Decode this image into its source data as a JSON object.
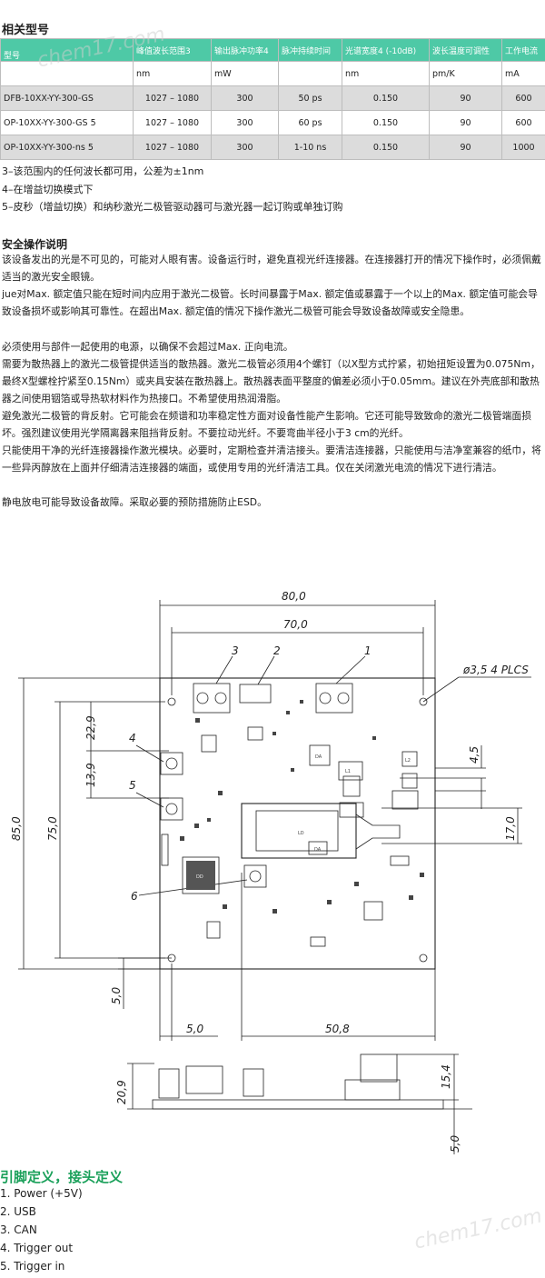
{
  "section_models_title": "相关型号",
  "table": {
    "headers": [
      "型号",
      "峰值波长范围3",
      "输出脉冲功率4",
      "脉冲持续时间",
      "光谱宽度4 (-10dB)",
      "波长温度可调性",
      "工作电流"
    ],
    "units": [
      "",
      "nm",
      "mW",
      "",
      "nm",
      "pm/K",
      "mA"
    ],
    "rows": [
      [
        "DFB-10XX-YY-300-GS",
        "1027 – 1080",
        "300",
        "50 ps",
        "0.150",
        "90",
        "600"
      ],
      [
        "OP-10XX-YY-300-GS 5",
        "1027 – 1080",
        "300",
        "60 ps",
        "0.150",
        "90",
        "600"
      ],
      [
        "OP-10XX-YY-300-ns 5",
        "1027 – 1080",
        "300",
        "1-10 ns",
        "0.150",
        "90",
        "1000"
      ]
    ]
  },
  "notes": [
    "3–该范围内的任何波长都可用，公差为±1nm",
    "4–在增益切换模式下",
    "5–皮秒（增益切换）和纳秒激光二极管驱动器可与激光器一起订购或单独订购"
  ],
  "safety_title": "安全操作说明",
  "safety_paragraphs": [
    "该设备发出的光是不可见的，可能对人眼有害。设备运行时，避免直视光纤连接器。在连接器打开的情况下操作时，必须佩戴适当的激光安全眼镜。",
    "jue对Max. 额定值只能在短时间内应用于激光二极管。长时间暴露于Max. 额定值或暴露于一个以上的Max. 额定值可能会导致设备损坏或影响其可靠性。在超出Max. 额定值的情况下操作激光二极管可能会导致设备故障或安全隐患。",
    "必须使用与部件一起使用的电源，以确保不会超过Max. 正向电流。",
    "需要为散热器上的激光二极管提供适当的散热器。激光二极管必须用4个螺钉（以X型方式拧紧，初始扭矩设置为0.075Nm，最终X型螺栓拧紧至0.15Nm）或夹具安装在散热器上。散热器表面平整度的偏差必须小于0.05mm。建议在外壳底部和散热器之间使用铟箔或导热软材料作为热接口。不希望使用热润滑脂。",
    "避免激光二极管的背反射。它可能会在频谱和功率稳定性方面对设备性能产生影响。它还可能导致致命的激光二极管端面损坏。强烈建议使用光学隔离器来阻挡背反射。不要拉动光纤。不要弯曲半径小于3 cm的光纤。",
    "只能使用干净的光纤连接器操作激光模块。必要时，定期检查并清洁接头。要清洁连接器，只能使用与洁净室兼容的纸巾，将一些异丙醇放在上面并仔细清洁连接器的端面，或使用专用的光纤清洁工具。仅在关闭激光电流的情况下进行清洁。",
    "静电放电可能导致设备故障。采取必要的预防措施防止ESD。"
  ],
  "drawing": {
    "dim_80": "80,0",
    "dim_70": "70,0",
    "dim_hole": "ø3,5 4 PLCS",
    "dim_229": "22,9",
    "dim_139": "13,9",
    "dim_85": "85,0",
    "dim_75": "75,0",
    "dim_45": "4,5",
    "dim_170": "17,0",
    "dim_5a": "5,0",
    "dim_5b": "5,0",
    "dim_508": "50,8",
    "dim_209": "20,9",
    "dim_154": "15,4",
    "dim_5c": "5,0",
    "callouts": [
      "1",
      "2",
      "3",
      "4",
      "5",
      "6"
    ],
    "chip_labels": [
      "LD",
      "DA",
      "DD",
      "DA",
      "L1",
      "L2"
    ]
  },
  "pin_title": "引脚定义，接头定义",
  "pins": [
    "1. Power (+5V)",
    "2. USB",
    "3. CAN",
    "4. Trigger out",
    "5. Trigger in"
  ],
  "watermark": "chem17.com"
}
